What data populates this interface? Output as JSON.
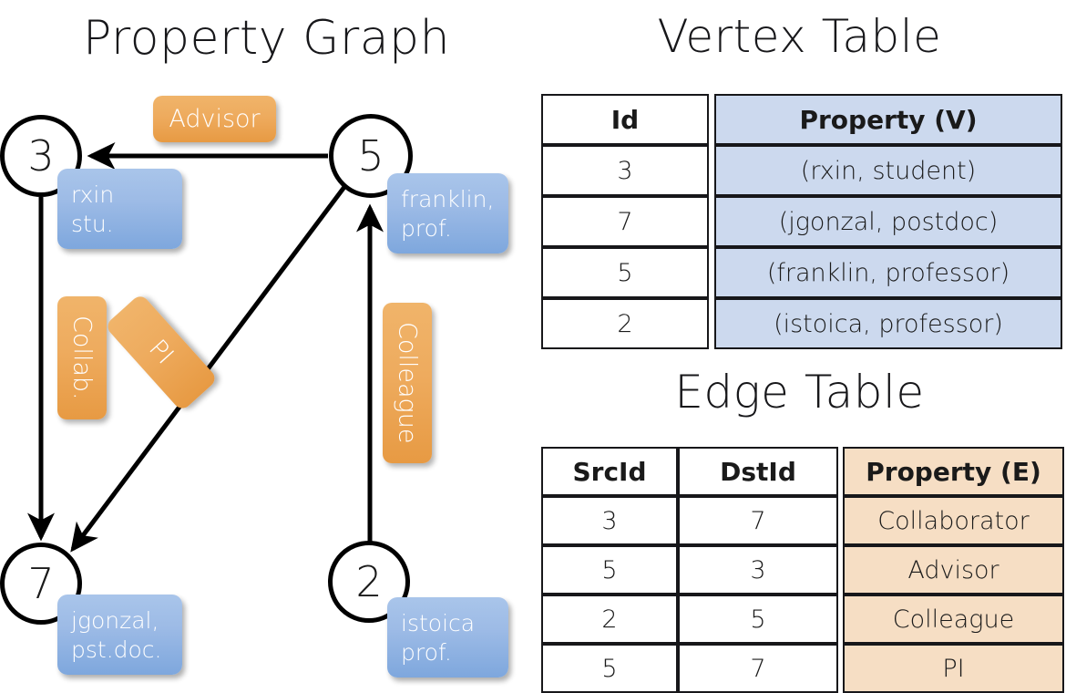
{
  "titles": {
    "property_graph": "Property Graph",
    "vertex_table": "Vertex Table",
    "edge_table": "Edge Table"
  },
  "graph": {
    "nodes": [
      {
        "id": "3",
        "label": "3",
        "property": "rxin\nstu."
      },
      {
        "id": "5",
        "label": "5",
        "property": "franklin,\nprof."
      },
      {
        "id": "7",
        "label": "7",
        "property": "jgonzal,\npst.doc."
      },
      {
        "id": "2",
        "label": "2",
        "property": "istoica\nprof."
      }
    ],
    "edge_labels": [
      {
        "name": "advisor",
        "text": "Advisor"
      },
      {
        "name": "collab",
        "text": "Collab."
      },
      {
        "name": "pi",
        "text": "PI"
      },
      {
        "name": "colleague",
        "text": "Colleague"
      }
    ],
    "edges": [
      {
        "from": "5",
        "to": "3",
        "label": "Advisor"
      },
      {
        "from": "3",
        "to": "7",
        "label": "Collab."
      },
      {
        "from": "5",
        "to": "7",
        "label": "PI"
      },
      {
        "from": "2",
        "to": "5",
        "label": "Colleague"
      }
    ]
  },
  "vertex_table": {
    "headers": [
      "Id",
      "Property (V)"
    ],
    "rows": [
      {
        "id": "3",
        "property": "(rxin, student)"
      },
      {
        "id": "7",
        "property": "(jgonzal, postdoc)"
      },
      {
        "id": "5",
        "property": "(franklin, professor)"
      },
      {
        "id": "2",
        "property": "(istoica, professor)"
      }
    ]
  },
  "edge_table": {
    "headers": [
      "SrcId",
      "DstId",
      "Property (E)"
    ],
    "rows": [
      {
        "src": "3",
        "dst": "7",
        "property": "Collaborator"
      },
      {
        "src": "5",
        "dst": "3",
        "property": "Advisor"
      },
      {
        "src": "2",
        "dst": "5",
        "property": "Colleague"
      },
      {
        "src": "5",
        "dst": "7",
        "property": "PI"
      }
    ]
  },
  "colors": {
    "vertex_property_fill": "#ccd9ee",
    "edge_property_fill": "#f6dec4",
    "vertex_box": "#8fb3e2",
    "edge_box": "#eda950",
    "stroke": "#17171a"
  }
}
